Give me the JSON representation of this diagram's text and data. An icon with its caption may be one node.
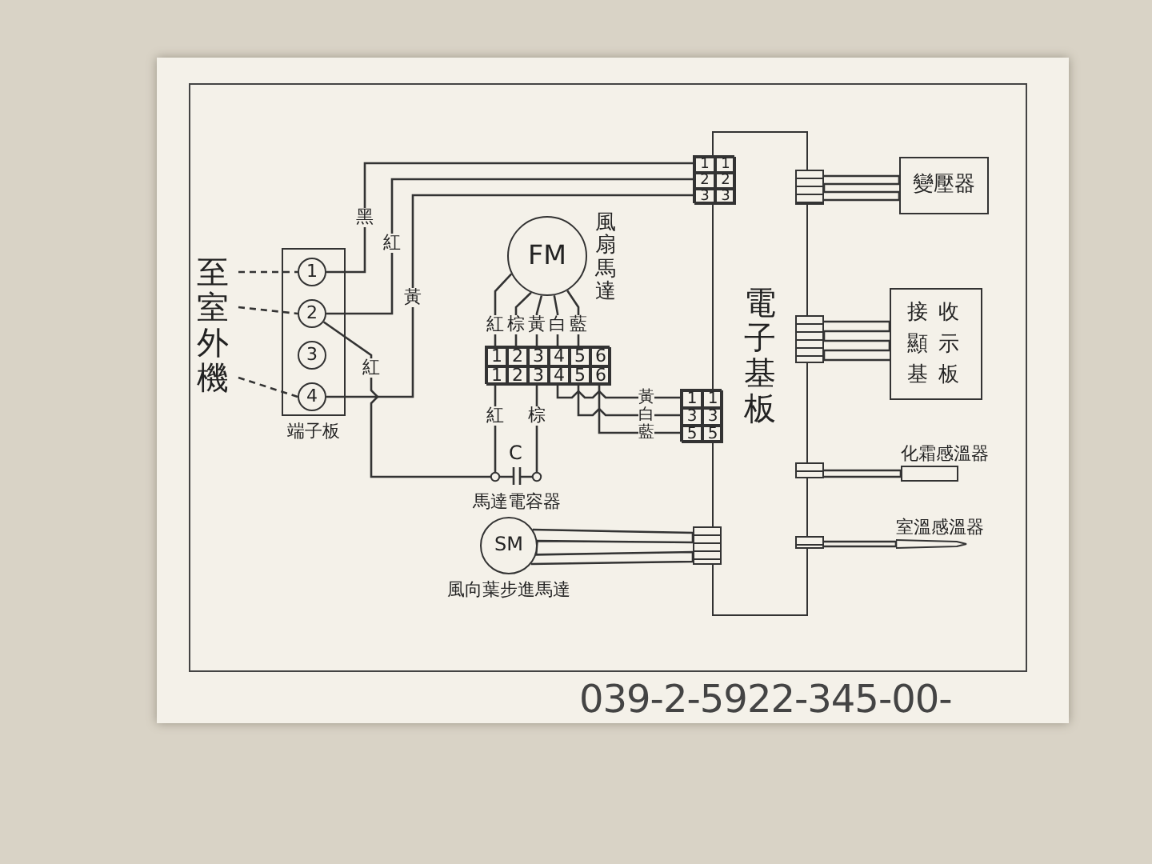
{
  "diagram": {
    "nodes": [
      {
        "text": [
          "至室外機"
        ]
      },
      {
        "text": [
          "端子板"
        ]
      },
      {
        "text": [
          "1"
        ],
        "in": 1
      },
      {
        "text": [
          "2"
        ],
        "in": 1
      },
      {
        "text": [
          "3"
        ],
        "in": 1
      },
      {
        "text": [
          "4"
        ],
        "in": 1
      },
      {
        "text": [
          "電子基板"
        ]
      },
      {
        "text": [
          "1",
          "1",
          "2",
          "2",
          "3",
          "3"
        ]
      },
      {
        "text": [
          "FM"
        ],
        "beside": [
          "風扇馬達"
        ]
      },
      {
        "text": [
          "1",
          "2",
          "3",
          "4",
          "5",
          "6",
          "1",
          "2",
          "3",
          "4",
          "5",
          "6"
        ]
      },
      {
        "text": [
          "1",
          "1",
          "3",
          "3",
          "5",
          "5"
        ]
      },
      {
        "text": [
          "C"
        ],
        "beside": [
          "馬達電容器"
        ]
      },
      {
        "text": [
          "SM"
        ],
        "beside": [
          "風向葉步進馬達"
        ]
      },
      {
        "text": [],
        "shape": "box"
      },
      {
        "text": [],
        "shape": "box"
      },
      {
        "text": [
          "變壓器"
        ]
      },
      {
        "text": [],
        "shape": "box"
      },
      {
        "text": [
          "接收顯示基板"
        ]
      },
      {
        "text": [],
        "shape": "box"
      },
      {
        "text": [
          "化霜感溫器"
        ]
      },
      {
        "text": [],
        "shape": "box"
      },
      {
        "text": [
          "室溫感溫器"
        ]
      }
    ],
    "edges": [
      {
        "from": 0,
        "to": 2,
        "arrow": "none",
        "style": "dashed"
      },
      {
        "from": 0,
        "to": 3,
        "arrow": "none",
        "style": "dashed"
      },
      {
        "from": 0,
        "to": 5,
        "arrow": "none",
        "style": "dashed"
      },
      {
        "from": 2,
        "to": 7,
        "arrow": "none",
        "label": "黑"
      },
      {
        "from": 3,
        "to": 7,
        "arrow": "none",
        "label": "紅"
      },
      {
        "from": 5,
        "to": 7,
        "arrow": "none",
        "label": "黃"
      },
      {
        "from": 3,
        "to": 11,
        "arrow": "none",
        "label": "紅"
      },
      {
        "from": 8,
        "to": 9,
        "arrow": "none",
        "label": "紅"
      },
      {
        "from": 8,
        "to": 9,
        "arrow": "none",
        "label": "棕"
      },
      {
        "from": 8,
        "to": 9,
        "arrow": "none",
        "label": "黃"
      },
      {
        "from": 8,
        "to": 9,
        "arrow": "none",
        "label": "白"
      },
      {
        "from": 8,
        "to": 9,
        "arrow": "none",
        "label": "藍"
      },
      {
        "from": 9,
        "to": 11,
        "arrow": "none",
        "label": "紅"
      },
      {
        "from": 9,
        "to": 11,
        "arrow": "none",
        "label": "棕"
      },
      {
        "from": 9,
        "to": 10,
        "arrow": "none",
        "label": "黃"
      },
      {
        "from": 9,
        "to": 10,
        "arrow": "none",
        "label": "白"
      },
      {
        "from": 9,
        "to": 10,
        "arrow": "none",
        "label": "藍"
      },
      {
        "from": 12,
        "to": 13,
        "arrow": "none"
      },
      {
        "from": 14,
        "to": 15,
        "arrow": "none"
      },
      {
        "from": 16,
        "to": 17,
        "arrow": "none"
      },
      {
        "from": 18,
        "to": 19,
        "arrow": "none"
      },
      {
        "from": 20,
        "to": 21,
        "arrow": "none"
      }
    ],
    "labels": [
      "039-2-5922-345-00-"
    ]
  }
}
